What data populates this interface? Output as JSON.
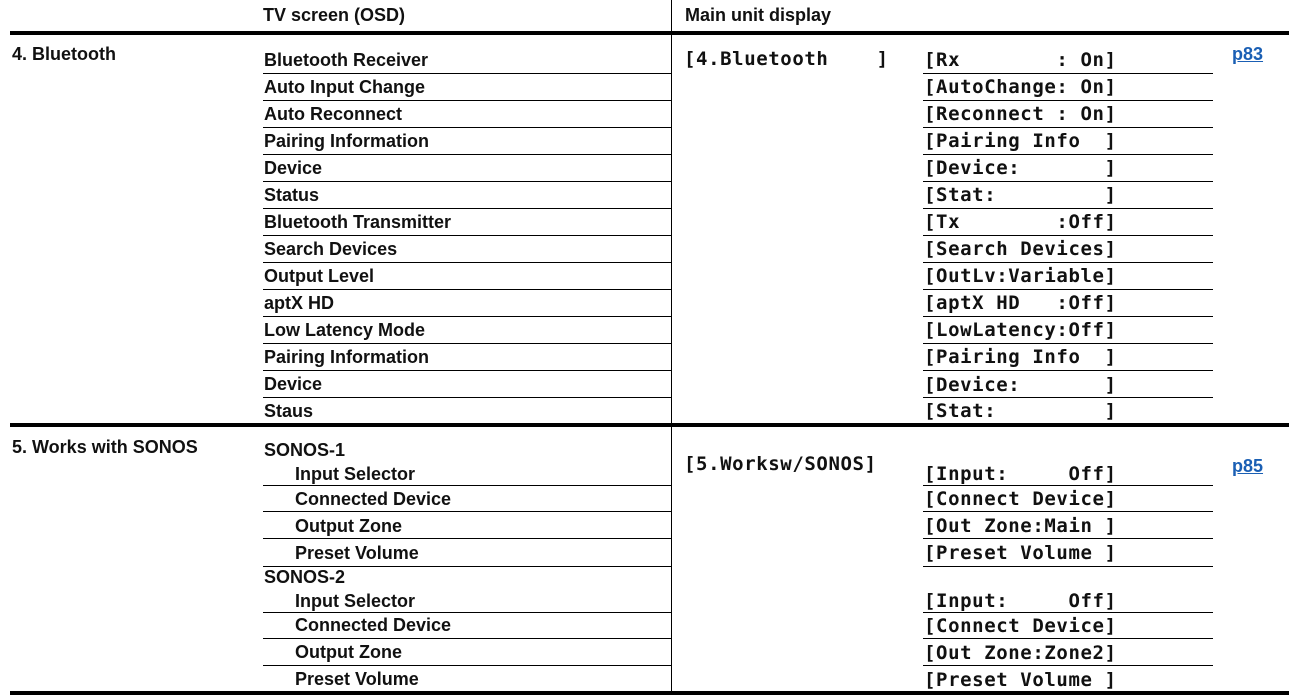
{
  "header": {
    "col_osd": "TV screen (OSD)",
    "col_main": "Main unit display"
  },
  "sections": {
    "bluetooth": {
      "title": "4. Bluetooth",
      "main_unit_label": "[4.Bluetooth    ]",
      "page_link": "p83",
      "rows": [
        {
          "osd": "Bluetooth Receiver",
          "display": "[Rx        : On]"
        },
        {
          "osd": "Auto Input Change",
          "display": "[AutoChange: On]"
        },
        {
          "osd": "Auto Reconnect",
          "display": "[Reconnect : On]"
        },
        {
          "osd": "Pairing Information",
          "display": "[Pairing Info  ]"
        },
        {
          "osd": "Device",
          "display": "[Device:       ]"
        },
        {
          "osd": "Status",
          "display": "[Stat:         ]"
        },
        {
          "osd": "Bluetooth Transmitter",
          "display": "[Tx        :Off]"
        },
        {
          "osd": "Search Devices",
          "display": "[Search Devices]"
        },
        {
          "osd": "Output Level",
          "display": "[OutLv:Variable]"
        },
        {
          "osd": "aptX HD",
          "display": "[aptX HD   :Off]"
        },
        {
          "osd": "Low Latency Mode",
          "display": "[LowLatency:Off]"
        },
        {
          "osd": "Pairing Information",
          "display": "[Pairing Info  ]"
        },
        {
          "osd": "Device",
          "display": "[Device:       ]"
        },
        {
          "osd": "Staus",
          "display": "[Stat:         ]"
        }
      ]
    },
    "sonos": {
      "title": "5. Works with SONOS",
      "main_unit_label": "[5.Worksw/SONOS]",
      "page_link": "p85",
      "groups": [
        {
          "name": "SONOS-1",
          "rows": [
            {
              "osd": "Input Selector",
              "display": "[Input:     Off]"
            },
            {
              "osd": "Connected Device",
              "display": "[Connect Device]"
            },
            {
              "osd": "Output Zone",
              "display": "[Out Zone:Main ]"
            },
            {
              "osd": "Preset Volume",
              "display": "[Preset Volume ]"
            }
          ]
        },
        {
          "name": "SONOS-2",
          "rows": [
            {
              "osd": "Input Selector",
              "display": "[Input:     Off]"
            },
            {
              "osd": "Connected Device",
              "display": "[Connect Device]"
            },
            {
              "osd": "Output Zone",
              "display": "[Out Zone:Zone2]"
            },
            {
              "osd": "Preset Volume",
              "display": "[Preset Volume ]"
            }
          ]
        }
      ]
    }
  },
  "colors": {
    "link": "#1a5fb4",
    "rule": "#000000",
    "text": "#111111"
  }
}
